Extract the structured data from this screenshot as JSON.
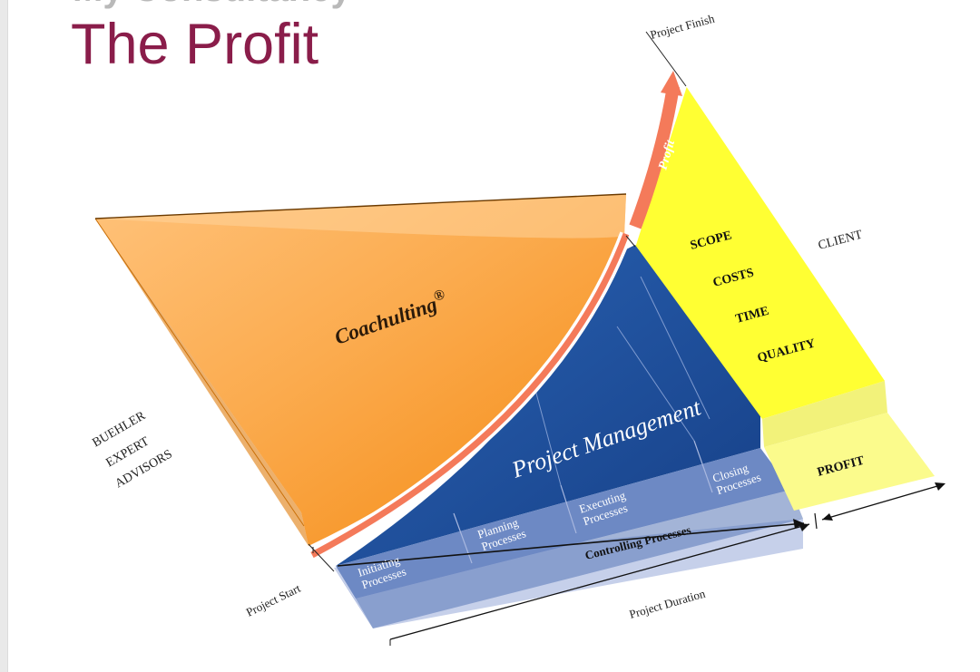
{
  "slide": {
    "subtitle": "My Consultancy",
    "title": "The Profit"
  },
  "diagram": {
    "milestones": {
      "start": "Project Start",
      "finish": "Project Finish",
      "duration": "Project Duration"
    },
    "parties": {
      "advisors": [
        "BUEHLER",
        "EXPERT",
        "ADVISORS"
      ],
      "client": "CLIENT"
    },
    "coaching": {
      "label": "Coachulting",
      "mark": "®"
    },
    "management": {
      "label": "Project Management"
    },
    "profit_arrow": "Profit",
    "profit_band": "PROFIT",
    "client_targets": [
      "SCOPE",
      "COSTS",
      "TIME",
      "QUALITY"
    ],
    "processes": [
      [
        "Initiating",
        "Processes"
      ],
      [
        "Planning",
        "Processes"
      ],
      [
        "Executing",
        "Processes"
      ],
      [
        "Closing",
        "Processes"
      ]
    ],
    "controlling": "Controlling Processes",
    "colors": {
      "title": "#8a1d4a",
      "coaching": "#f7941d",
      "management": "#1e4e9c",
      "client": "#ffff33",
      "arrow": "#f47a5a",
      "band": "#b9c6e4"
    }
  }
}
